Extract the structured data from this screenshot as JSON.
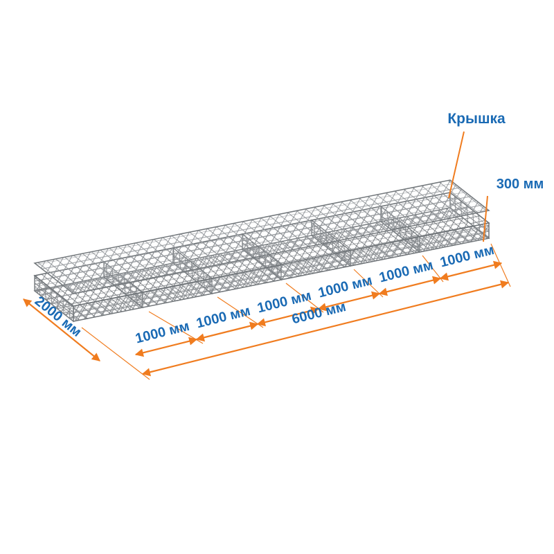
{
  "diagram": {
    "cover_label": "Крышка",
    "dim_height": "300 мм",
    "dim_width": "2000 мм",
    "dim_total_length": "6000 мм",
    "dim_segments": [
      "1000 мм",
      "1000 мм",
      "1000 мм",
      "1000 мм",
      "1000 мм",
      "1000 мм"
    ],
    "colors": {
      "accent_orange": "#f07c1f",
      "label_blue": "#1a6ab4",
      "mesh_gray": "#8b8f93"
    }
  }
}
